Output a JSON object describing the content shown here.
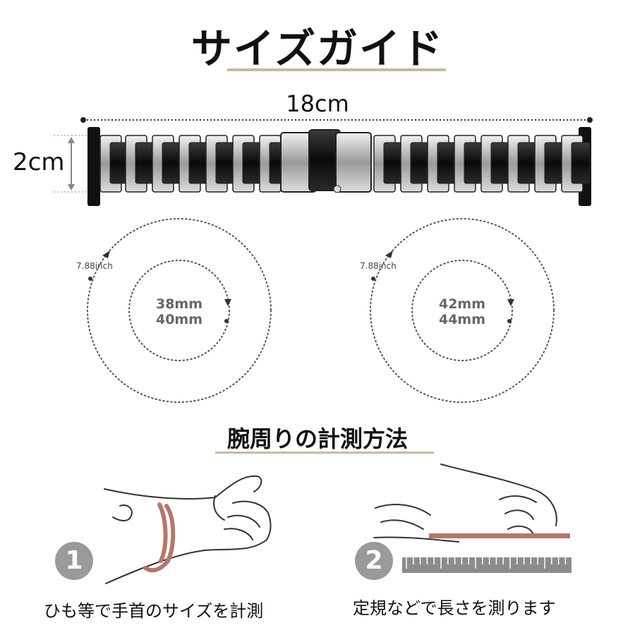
{
  "title": "サイズガイド",
  "band": {
    "length_label": "18cm",
    "width_label": "2cm"
  },
  "circles": [
    {
      "outer_label": "7.88inch",
      "inner_line1": "38mm",
      "inner_line2": "40mm"
    },
    {
      "outer_label": "7.88inch",
      "inner_line1": "42mm",
      "inner_line2": "44mm"
    }
  ],
  "measure_title": "腕周りの計測方法",
  "steps": [
    {
      "number": "1",
      "caption": "ひも等で手首のサイズを計測"
    },
    {
      "number": "2",
      "caption": "定規などで長さを測ります"
    }
  ],
  "colors": {
    "accent_rule": "#c9b9a2",
    "badge": "#9a9a9a",
    "string": "#b5776a"
  }
}
